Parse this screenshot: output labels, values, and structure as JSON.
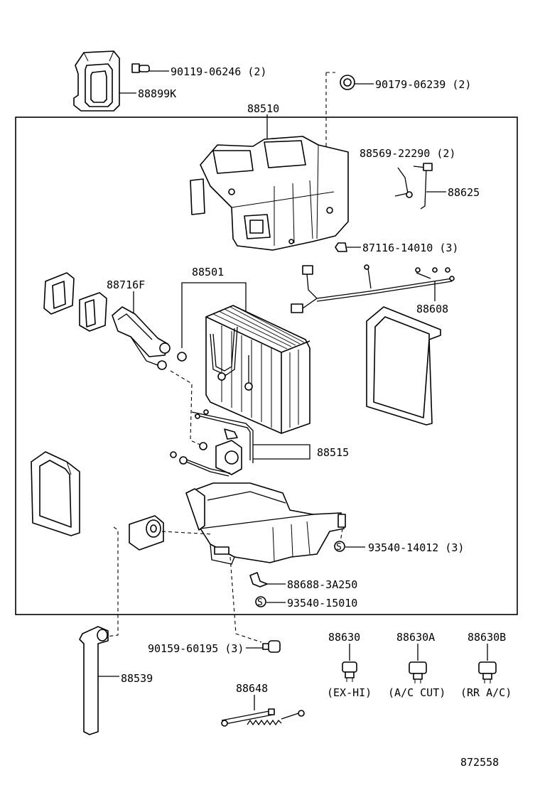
{
  "callouts": {
    "c88899K": "88899K",
    "c90119": "90119-06246 (2)",
    "c90179": "90179-06239 (2)",
    "c88510": "88510",
    "c88569": "88569-22290 (2)",
    "c88625": "88625",
    "c87116": "87116-14010 (3)",
    "c88716F": "88716F",
    "c88501": "88501",
    "c88608": "88608",
    "c88515": "88515",
    "c93540a": "93540-14012 (3)",
    "c88688": "88688-3A250",
    "c93540b": "93540-15010",
    "c90159": "90159-60195 (3)",
    "c88539": "88539",
    "c88648": "88648",
    "c88630": "88630",
    "c88630A": "88630A",
    "c88630B": "88630B",
    "sub88630": "(EX-HI)",
    "sub88630A": "(A/C CUT)",
    "sub88630B": "(RR A/C)",
    "s_mark": "S",
    "drawing_no": "872558"
  }
}
